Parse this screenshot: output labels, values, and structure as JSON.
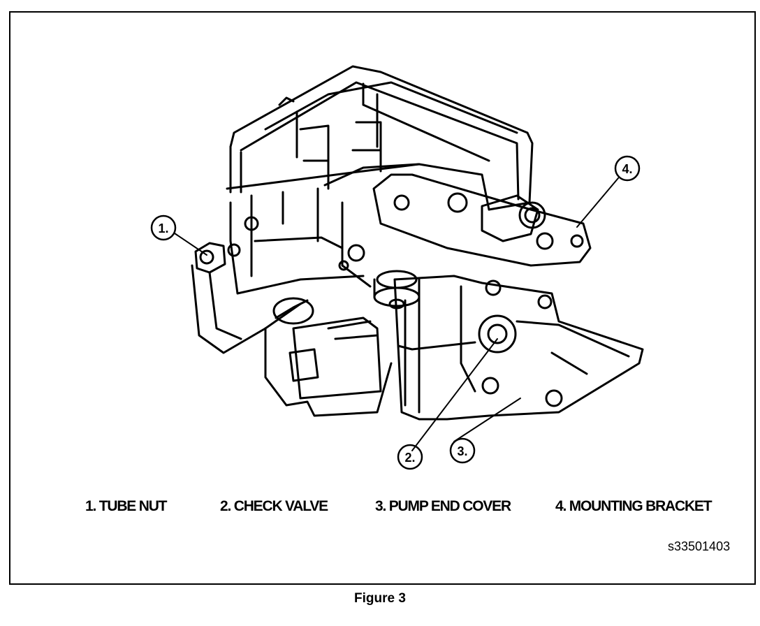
{
  "figure": {
    "caption": "Figure 3",
    "code": "s33501403"
  },
  "callouts": [
    {
      "number": "1.",
      "label": "TUBE  NUT"
    },
    {
      "number": "2.",
      "label": "CHECK VALVE"
    },
    {
      "number": "3.",
      "label": "PUMP END COVER"
    },
    {
      "number": "4.",
      "label": "MOUNTING BRACKET"
    }
  ],
  "legend": [
    "1. TUBE  NUT",
    "2. CHECK VALVE",
    "3. PUMP END COVER",
    "4. MOUNTING BRACKET"
  ]
}
